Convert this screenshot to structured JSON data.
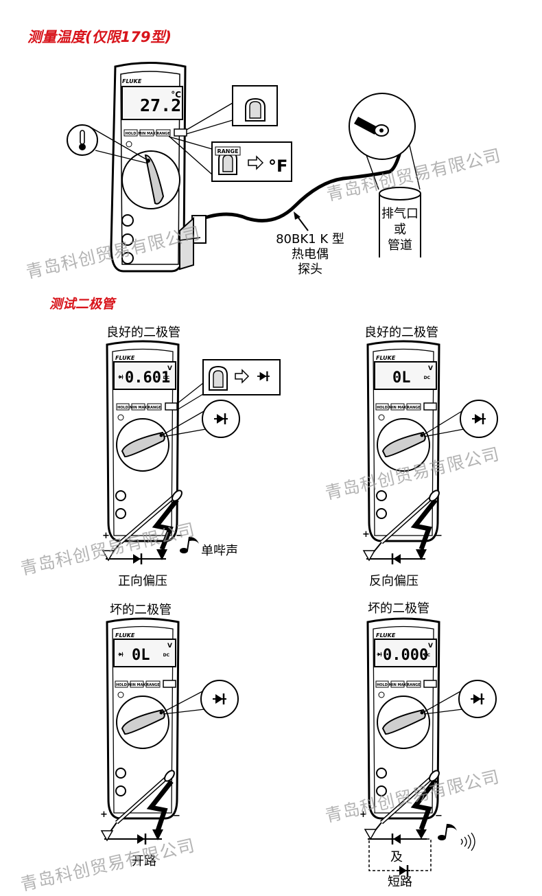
{
  "sections": {
    "temperature_title": "测量温度(仅限179型)",
    "diode_title": "测试二极管"
  },
  "meter": {
    "brand": "FLUKE",
    "buttons": [
      "HOLD",
      "MIN MAX",
      "RANGE"
    ],
    "unit_v": "V",
    "unit_dc": "DC"
  },
  "temperature": {
    "reading": "27.2",
    "unit": "°C",
    "range_label": "RANGE",
    "fahrenheit": "°F",
    "probe_label": [
      "80BK1 K 型",
      "热电偶",
      "探头"
    ],
    "pipe_label": [
      "排气口",
      "或",
      "管道"
    ]
  },
  "diode_panels": [
    {
      "heading": "良好的二极管",
      "reading": "0.601",
      "caption": "正向偏压",
      "extra": "单哔声"
    },
    {
      "heading": "良好的二极管",
      "reading": "0L",
      "caption": "反向偏压"
    },
    {
      "heading": "坏的二极管",
      "reading": "0L",
      "caption": "开路"
    },
    {
      "heading": "坏的二极管",
      "reading": "0.000",
      "caption": "及",
      "caption2": "短路"
    }
  ],
  "watermark": "青岛科创贸易有限公司",
  "polarity": {
    "plus": "+",
    "minus": "−"
  }
}
